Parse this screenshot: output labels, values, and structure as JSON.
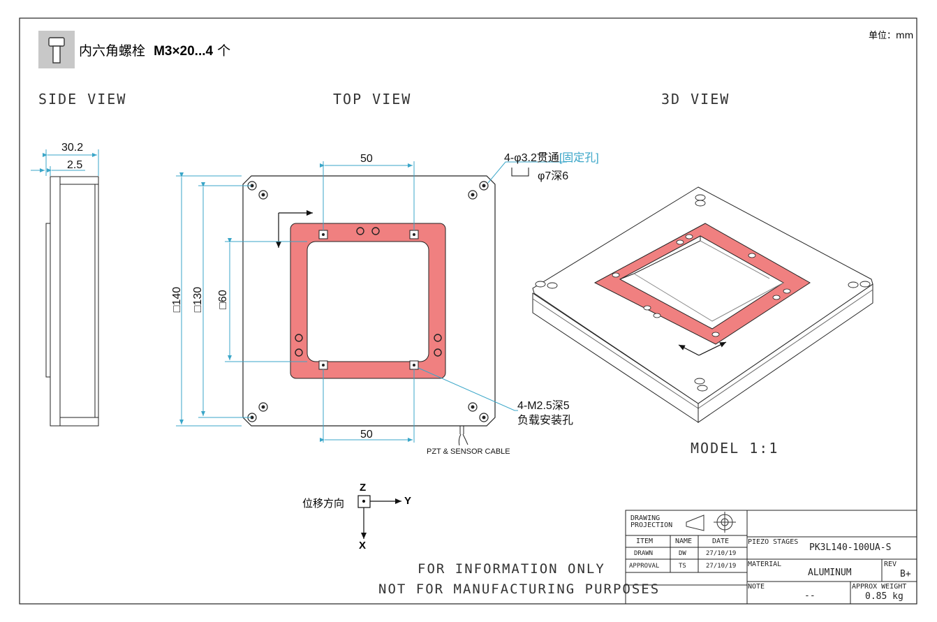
{
  "header": {
    "bolt_text": "内六角螺栓",
    "bolt_spec": "M3×20...4",
    "bolt_unit": "个",
    "unit_label": "单位：mm"
  },
  "views": {
    "side": "SIDE VIEW",
    "top": "TOP VIEW",
    "iso": "3D VIEW"
  },
  "dimensions": {
    "side_overall": "30.2",
    "side_step": "2.5",
    "top_span_top": "50",
    "top_span_bottom": "50",
    "overall_square": "□140",
    "hole_square": "□130",
    "aperture_square": "□60",
    "through_hole": "4-φ3.2贯通",
    "through_hole_tag": "[固定孔]",
    "counterbore": "φ7深6",
    "tapped_hole": "4-M2.5深5",
    "tapped_hole_desc": "负载安装孔",
    "cable": "PZT & SENSOR CABLE"
  },
  "model_scale": "MODEL 1:1",
  "axes": {
    "label": "位移方向",
    "z": "Z",
    "y": "Y",
    "x": "X"
  },
  "disclaimer": {
    "line1": "FOR INFORMATION ONLY",
    "line2": "NOT FOR MANUFACTURING PURPOSES"
  },
  "title_block": {
    "projection_line1": "DRAWING",
    "projection_line2": "PROJECTION",
    "col_item": "ITEM",
    "col_name": "NAME",
    "col_date": "DATE",
    "drawn_label": "DRAWN",
    "drawn_name": "DW",
    "drawn_date": "27/10/19",
    "approval_label": "APPROVAL",
    "approval_name": "TS",
    "approval_date": "27/10/19",
    "product_label": "PIEZO STAGES",
    "product_value": "PK3L140-100UA-S",
    "material_label": "MATERIAL",
    "material_value": "ALUMINUM",
    "rev_label": "REV",
    "rev_value": "B+",
    "note_label": "NOTE",
    "note_value": "--",
    "weight_label": "APPROX WEIGHT",
    "weight_value": "0.85 kg"
  },
  "colors": {
    "stage_red": "#f08080",
    "dim_cyan": "#3aa6c8",
    "line": "#222222",
    "bolt_bg": "#c8c8c8"
  }
}
